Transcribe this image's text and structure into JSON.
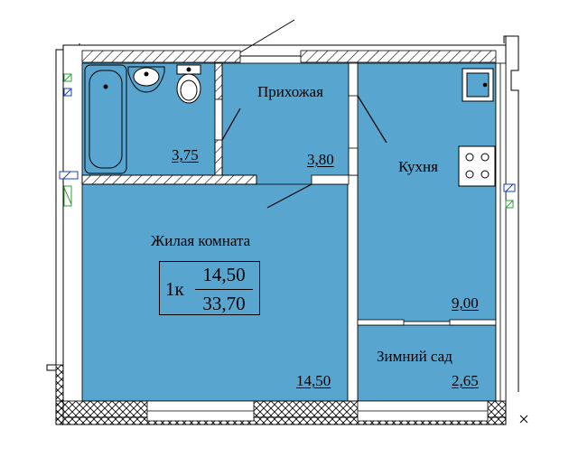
{
  "colors": {
    "floor": "#58a6cf",
    "wall": "#ffffff",
    "line": "#000000",
    "vent_green": "#2e9d3a",
    "vent_blue": "#1a3fbf"
  },
  "rooms": {
    "hallway": {
      "name": "Прихожая",
      "area": "3,80"
    },
    "bathroom": {
      "area": "3,75"
    },
    "kitchen": {
      "name": "Кухня",
      "area": "9,00"
    },
    "living_room": {
      "name": "Жилая комната",
      "area": "14,50"
    },
    "winter_garden": {
      "name": "Зимний сад",
      "area": "2,65"
    }
  },
  "summary": {
    "type": "1к",
    "living_area": "14,50",
    "total_area": "33,70"
  },
  "icons": [
    "bathtub-icon",
    "sink-icon",
    "toilet-icon",
    "kitchen-sink-icon",
    "stove-icon",
    "ventilation-icon",
    "entrance-door-icon"
  ]
}
